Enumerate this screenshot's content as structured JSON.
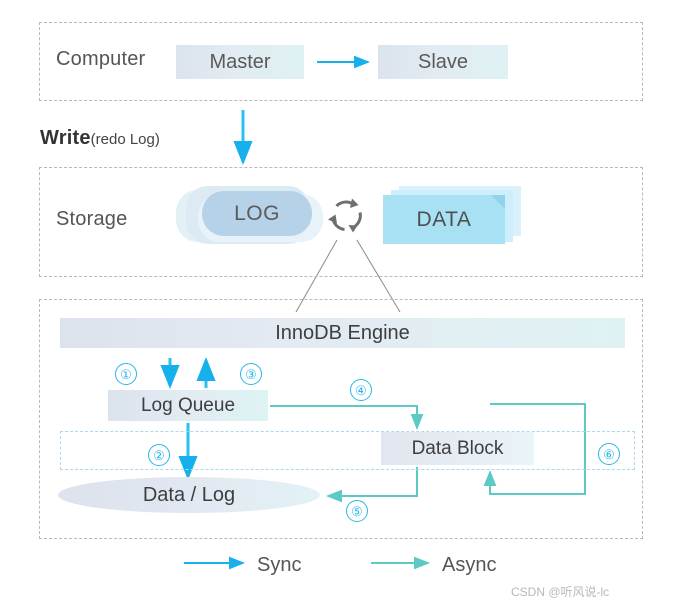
{
  "diagram": {
    "title_watermark": "CSDN @听风说-lc",
    "sections": {
      "computer": {
        "label": "Computer",
        "nodes": [
          {
            "label": "Master"
          },
          {
            "label": "Slave"
          }
        ]
      },
      "write": {
        "strong": "Write",
        "paren": "(redo Log)"
      },
      "storage": {
        "label": "Storage",
        "nodes": [
          {
            "label": "LOG"
          },
          {
            "label": "DATA"
          }
        ],
        "sync_icon": "refresh-cycle-icon"
      },
      "engine": {
        "title": "InnoDB Engine",
        "nodes": [
          {
            "label": "Log Queue"
          },
          {
            "label": "Data Block"
          },
          {
            "label": "Data / Log"
          }
        ],
        "steps": [
          {
            "num": "①"
          },
          {
            "num": "②"
          },
          {
            "num": "③"
          },
          {
            "num": "④"
          },
          {
            "num": "⑤"
          },
          {
            "num": "⑥"
          }
        ]
      }
    },
    "legend": [
      {
        "label": "Sync",
        "color": "#16b0ec"
      },
      {
        "label": "Async",
        "color": "#5cc9c4"
      }
    ],
    "colors": {
      "sync_arrow": "#16b0ec",
      "async_arrow": "#5cc9c4",
      "step_circle": "#29b6e8",
      "dashed_border": "#b9b9b9",
      "inner_dashed": "#a9d8ef",
      "leader_line": "#8a8a8a",
      "log_fill": "#b6d2e8",
      "data_fill": "#a8e1f4"
    }
  }
}
